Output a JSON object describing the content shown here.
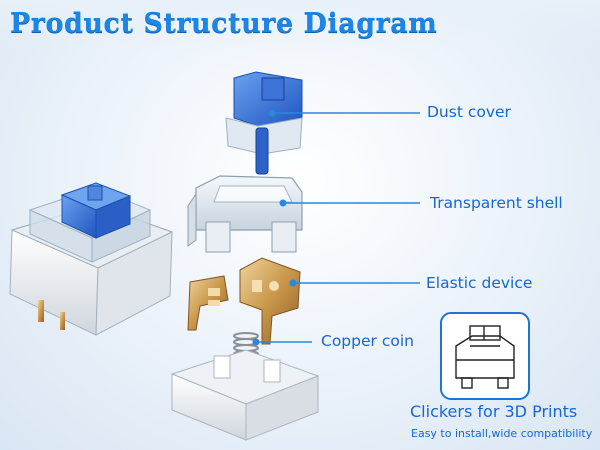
{
  "title": "Product Structure Diagram",
  "parts": [
    {
      "id": "dust-cover",
      "label": "Dust cover"
    },
    {
      "id": "transparent-shell",
      "label": "Transparent shell"
    },
    {
      "id": "elastic-device",
      "label": "Elastic device"
    },
    {
      "id": "copper-coin",
      "label": "Copper coin"
    }
  ],
  "footer": {
    "headline": "Clickers for 3D Prints",
    "subline": "Easy to install,wide compatibility"
  },
  "colors": {
    "title": "#1c86e6",
    "label": "#1766d2",
    "leader_line": "#2a86e0",
    "stem_blue": "#2f6fd6",
    "brass": "#c9a15a"
  }
}
